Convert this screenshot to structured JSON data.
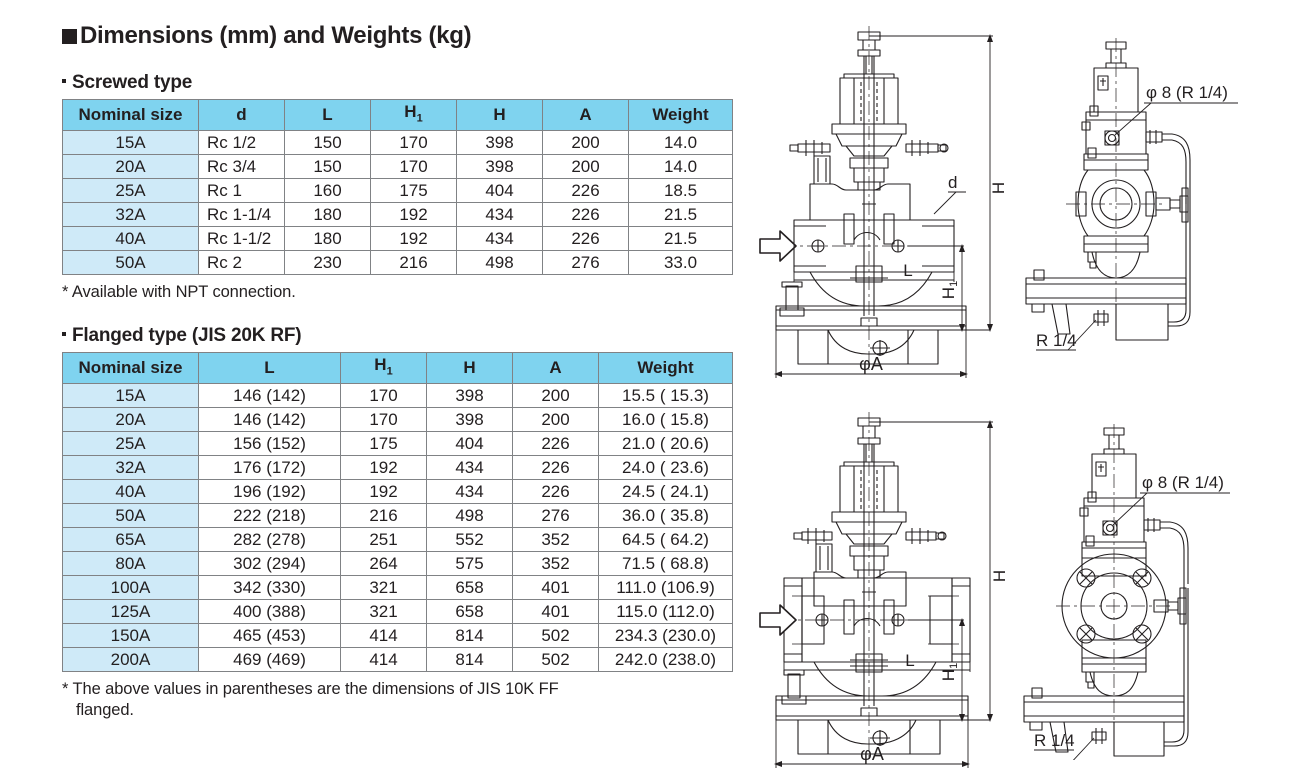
{
  "title": "Dimensions (mm) and Weights (kg)",
  "sections": [
    {
      "heading": "Screwed type",
      "table": {
        "columns": [
          "Nominal size",
          "d",
          "L",
          "H₁",
          "H",
          "A",
          "Weight"
        ],
        "rows": [
          [
            "15A",
            "Rc 1/2",
            "150",
            "170",
            "398",
            "200",
            "14.0"
          ],
          [
            "20A",
            "Rc 3/4",
            "150",
            "170",
            "398",
            "200",
            "14.0"
          ],
          [
            "25A",
            "Rc 1",
            "160",
            "175",
            "404",
            "226",
            "18.5"
          ],
          [
            "32A",
            "Rc 1-1/4",
            "180",
            "192",
            "434",
            "226",
            "21.5"
          ],
          [
            "40A",
            "Rc 1-1/2",
            "180",
            "192",
            "434",
            "226",
            "21.5"
          ],
          [
            "50A",
            "Rc 2",
            "230",
            "216",
            "498",
            "276",
            "33.0"
          ]
        ]
      },
      "note": "* Available with NPT connection.",
      "note_cont": ""
    },
    {
      "heading": "Flanged type (JIS 20K RF)",
      "table": {
        "columns": [
          "Nominal size",
          "L",
          "H₁",
          "H",
          "A",
          "Weight"
        ],
        "rows": [
          [
            "15A",
            "146 (142)",
            "170",
            "398",
            "200",
            "15.5 ( 15.3)"
          ],
          [
            "20A",
            "146 (142)",
            "170",
            "398",
            "200",
            "16.0 ( 15.8)"
          ],
          [
            "25A",
            "156 (152)",
            "175",
            "404",
            "226",
            "21.0 ( 20.6)"
          ],
          [
            "32A",
            "176 (172)",
            "192",
            "434",
            "226",
            "24.0 ( 23.6)"
          ],
          [
            "40A",
            "196 (192)",
            "192",
            "434",
            "226",
            "24.5 ( 24.1)"
          ],
          [
            "50A",
            "222 (218)",
            "216",
            "498",
            "276",
            "36.0 ( 35.8)"
          ],
          [
            "65A",
            "282 (278)",
            "251",
            "552",
            "352",
            "64.5 ( 64.2)"
          ],
          [
            "80A",
            "302 (294)",
            "264",
            "575",
            "352",
            "71.5 ( 68.8)"
          ],
          [
            "100A",
            "342 (330)",
            "321",
            "658",
            "401",
            "111.0 (106.9)"
          ],
          [
            "125A",
            "400 (388)",
            "321",
            "658",
            "401",
            "115.0 (112.0)"
          ],
          [
            "150A",
            "465 (453)",
            "414",
            "814",
            "502",
            "234.3 (230.0)"
          ],
          [
            "200A",
            "469 (469)",
            "414",
            "814",
            "502",
            "242.0 (238.0)"
          ]
        ]
      },
      "note": "* The above values in parentheses are the dimensions of JIS 10K FF",
      "note_cont": "flanged."
    }
  ],
  "drawings": {
    "screwed_front": {
      "labels": {
        "h": "H",
        "h1": "H₁",
        "l": "L",
        "d": "d",
        "phia": "φA"
      }
    },
    "screwed_side": {
      "labels": {
        "port": "φ 8 (R 1/4)",
        "drain": "R 1/4"
      }
    },
    "flanged_front": {
      "labels": {
        "h": "H",
        "h1": "H₁",
        "l": "L",
        "phia": "φA"
      }
    },
    "flanged_side": {
      "labels": {
        "port": "φ 8 (R 1/4)",
        "drain": "R 1/4"
      }
    }
  },
  "colors": {
    "header_fill": "#7fd3ef",
    "size_col_fill": "#cfeaf8",
    "grid": "#808285",
    "text": "#231f20"
  }
}
